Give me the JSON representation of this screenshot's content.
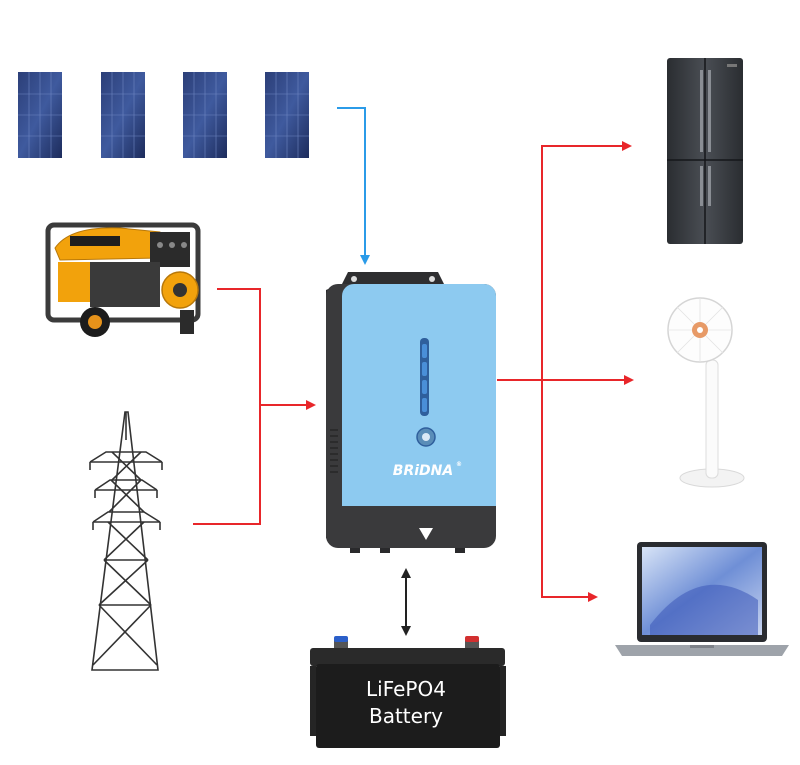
{
  "diagram": {
    "inverter": {
      "brand": "BRiDNA",
      "registered_mark": "®",
      "panel_color": "#8dcaf0",
      "body_color": "#3a3a3c",
      "led_color": "#4a8fd8"
    },
    "battery": {
      "line1": "LiFePO4",
      "line2": "Battery",
      "body_color": "#1c1c1c"
    },
    "sources": [
      {
        "name": "solar-panels",
        "icon": "solar-panel-icon"
      },
      {
        "name": "generator",
        "icon": "generator-icon"
      },
      {
        "name": "power-grid",
        "icon": "transmission-tower-icon"
      }
    ],
    "loads": [
      {
        "name": "refrigerator",
        "icon": "refrigerator-icon"
      },
      {
        "name": "fan",
        "icon": "fan-icon"
      },
      {
        "name": "laptop",
        "icon": "laptop-icon"
      }
    ],
    "colors": {
      "solar_line": "#2b9be8",
      "ac_line": "#e8262a",
      "battery_line": "#222222"
    }
  }
}
